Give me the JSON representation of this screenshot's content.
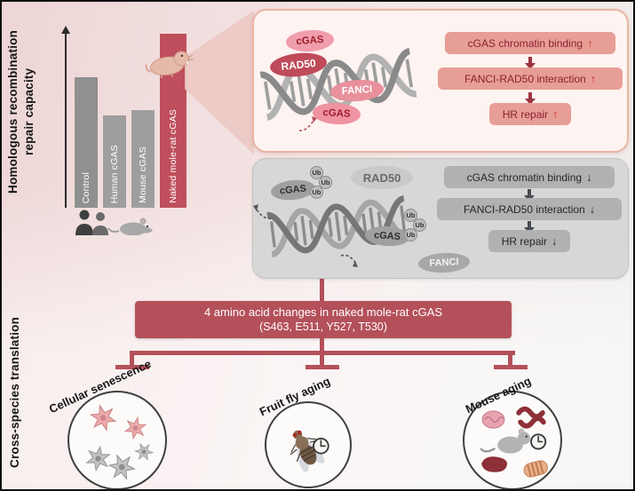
{
  "left_labels": {
    "hr_line1": "Homologous recombination",
    "hr_line2": "repair capacity",
    "cross_species": "Cross-species translation"
  },
  "chart_data": {
    "type": "bar",
    "ylabel": "Homologous recombination repair capacity",
    "categories": [
      "Control",
      "Human cGAS",
      "Mouse cGAS",
      "Naked mole-rat cGAS"
    ],
    "values_relative": [
      75,
      53,
      56,
      100
    ],
    "ylim": [
      0,
      100
    ],
    "grid": false,
    "bar_colors": [
      "#909090",
      "#9e9e9e",
      "#9e9e9e",
      "#bf4f5c"
    ],
    "highlight_category": "Naked mole-rat cGAS"
  },
  "nmr_panel": {
    "molecules": {
      "cgas_top": "cGAS",
      "rad50": "RAD50",
      "fanci": "FANCI",
      "cgas_bottom": "cGAS"
    },
    "flow": [
      {
        "label": "cGAS chromatin binding",
        "direction": "↑"
      },
      {
        "label": "FANCI-RAD50 interaction",
        "direction": "↑"
      },
      {
        "label": "HR repair",
        "direction": "↑"
      }
    ]
  },
  "other_panel": {
    "molecules": {
      "cgas_top": "cGAS",
      "rad50": "RAD50",
      "fanci": "FANCI",
      "cgas_bottom": "cGAS"
    },
    "ub_label": "Ub",
    "flow": [
      {
        "label": "cGAS chromatin binding",
        "direction": "↓"
      },
      {
        "label": "FANCI-RAD50 interaction",
        "direction": "↓"
      },
      {
        "label": "HR repair",
        "direction": "↓"
      }
    ]
  },
  "banner": {
    "line1": "4 amino acid changes in naked mole-rat cGAS",
    "line2": "(S463, E511, Y527, T530)"
  },
  "outcomes": [
    {
      "label": "Cellular senescence"
    },
    {
      "label": "Fruit fly aging"
    },
    {
      "label": "Mouse aging"
    }
  ],
  "colors": {
    "accent_red": "#b4505a",
    "bar_highlight": "#bf4f5c",
    "pink_box_bg": "#e79e97",
    "gray_box_bg": "#b1b1b1"
  }
}
